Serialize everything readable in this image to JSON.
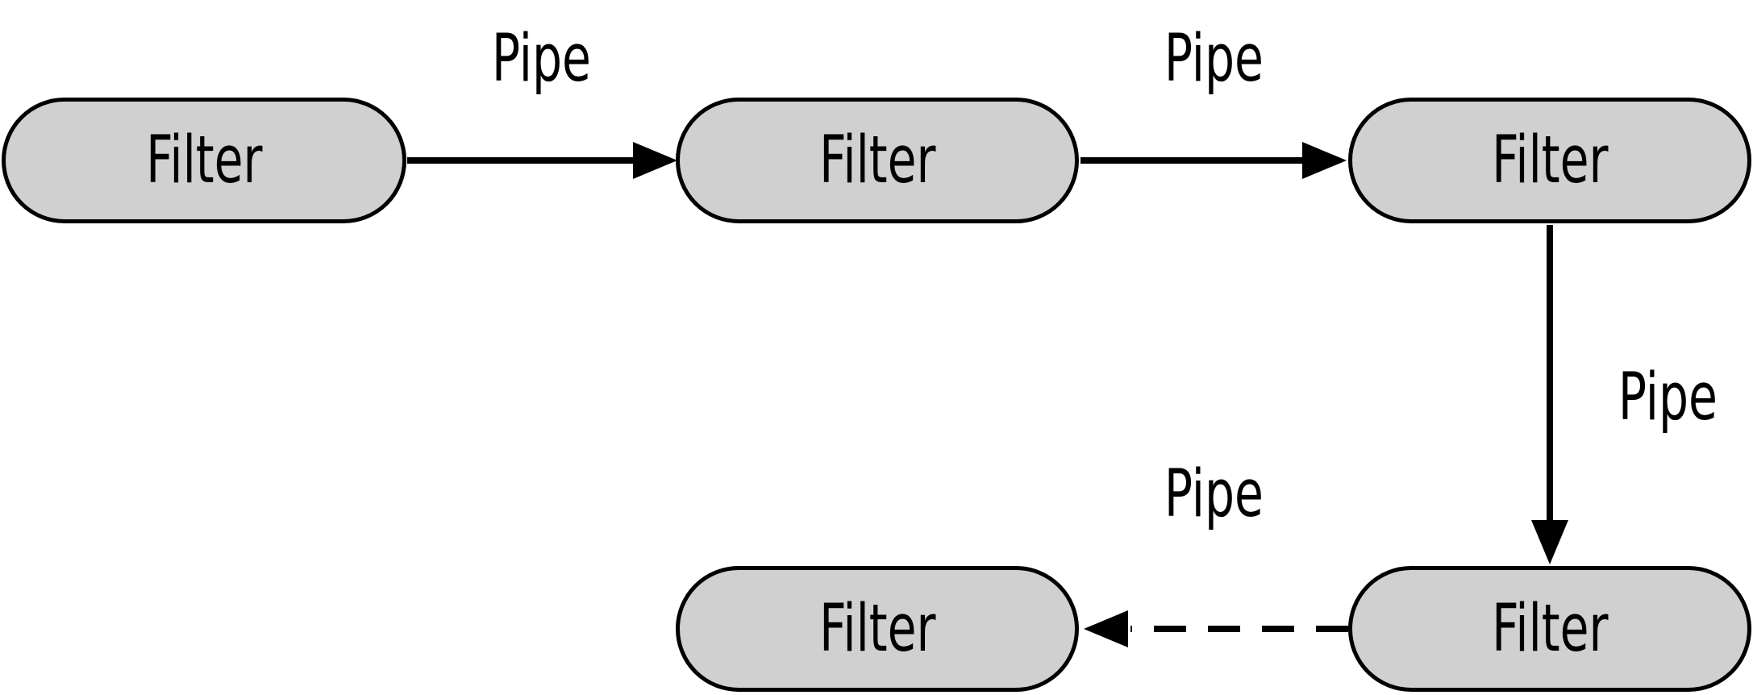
{
  "diagram": {
    "type": "pipes-and-filters-flow",
    "nodes": [
      {
        "id": "filter-1",
        "label": "Filter"
      },
      {
        "id": "filter-2",
        "label": "Filter"
      },
      {
        "id": "filter-3",
        "label": "Filter"
      },
      {
        "id": "filter-4",
        "label": "Filter"
      },
      {
        "id": "filter-5",
        "label": "Filter"
      }
    ],
    "edges": [
      {
        "label": "Pipe",
        "from": "filter-1",
        "to": "filter-2",
        "style": "solid",
        "direction": "right"
      },
      {
        "label": "Pipe",
        "from": "filter-2",
        "to": "filter-3",
        "style": "solid",
        "direction": "right"
      },
      {
        "label": "Pipe",
        "from": "filter-3",
        "to": "filter-5",
        "style": "solid",
        "direction": "down"
      },
      {
        "label": "Pipe",
        "from": "filter-5",
        "to": "filter-4",
        "style": "dashed",
        "direction": "left"
      }
    ],
    "colors": {
      "node_fill": "#d0d0d0",
      "node_border": "#000000",
      "arrow": "#000000",
      "text": "#000000",
      "background": "#ffffff"
    }
  }
}
